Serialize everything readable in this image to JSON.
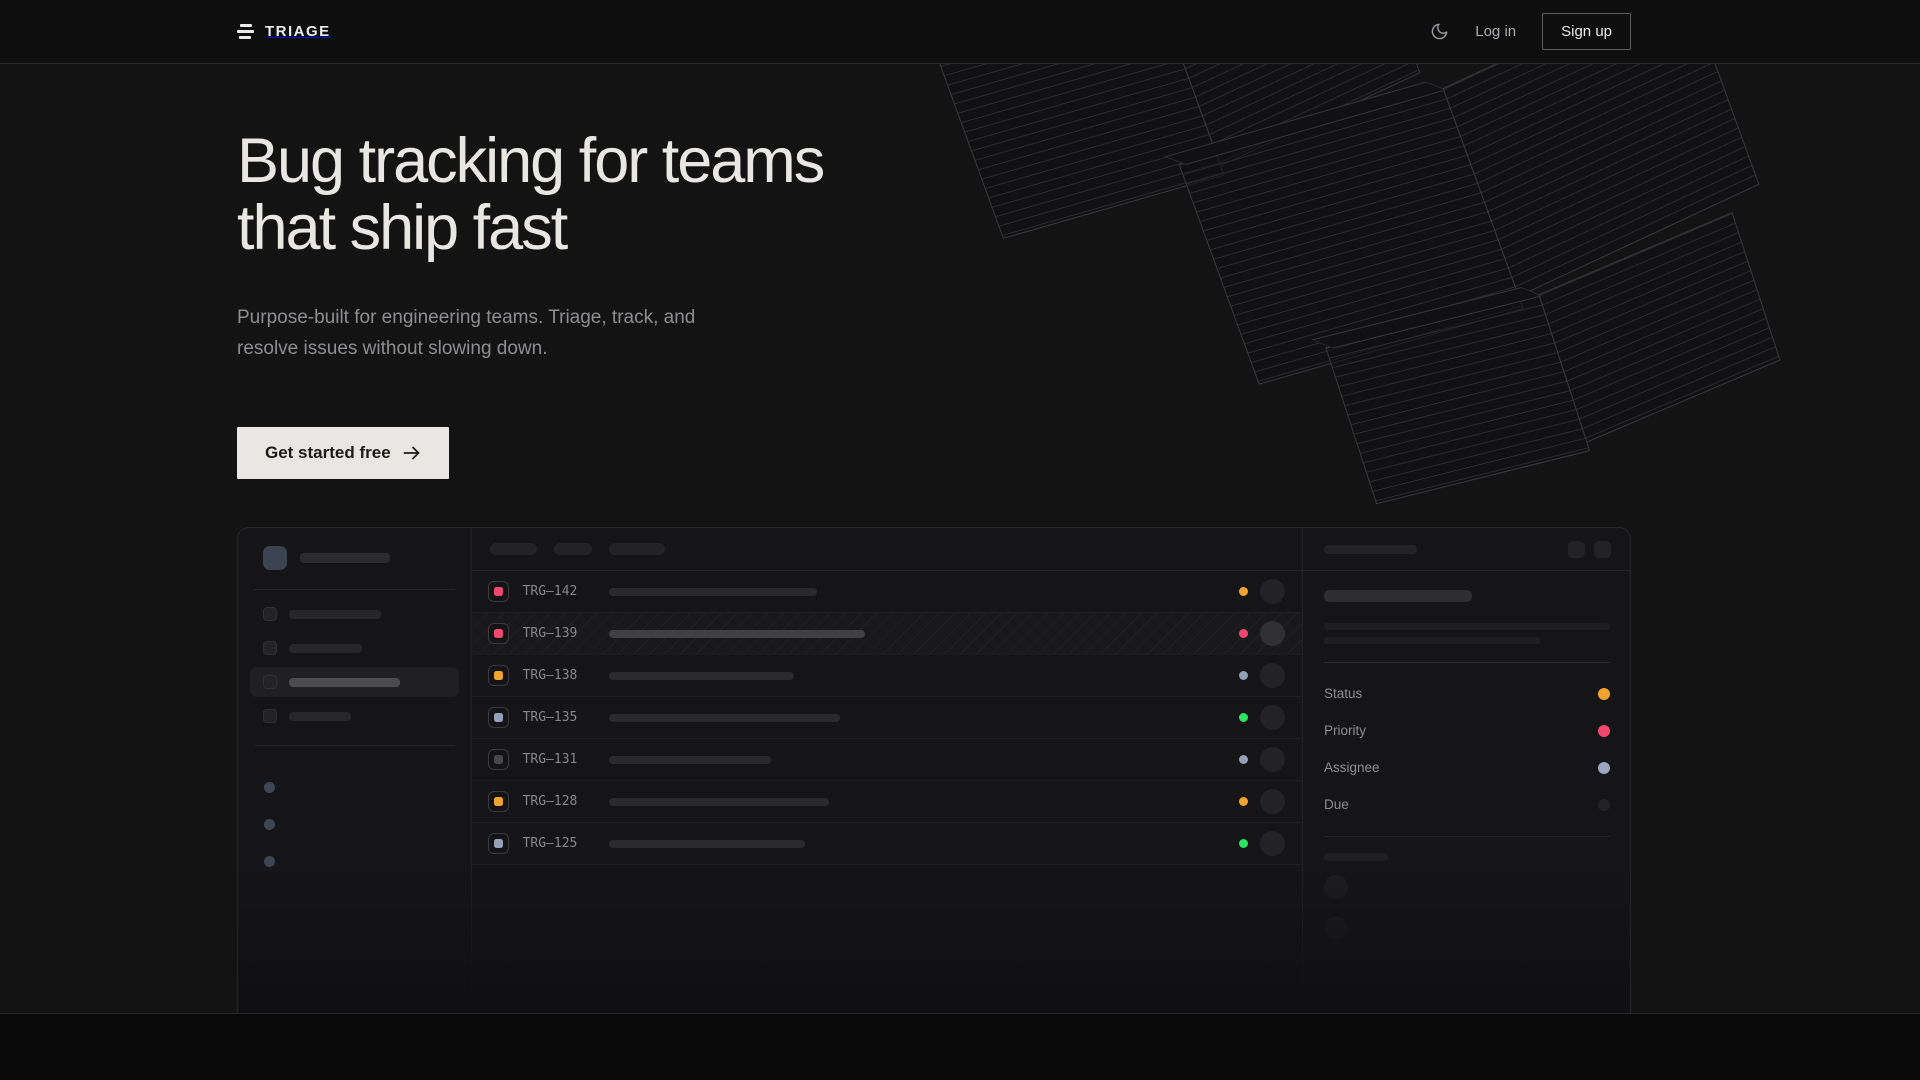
{
  "nav": {
    "brand": "TRIAGE",
    "log_in_label": "Log in",
    "sign_up_label": "Sign up"
  },
  "hero": {
    "heading_line1": "Bug tracking for teams",
    "heading_line2": "that ship fast",
    "subtitle": "Purpose-built for engineering teams. Triage, track, and resolve issues without slowing down.",
    "cta_label": "Get started free"
  },
  "mockup": {
    "issues": [
      {
        "id": "TRG–142",
        "icon_color": "#ef476d",
        "status_color": "#f0a32e",
        "title_width": 208,
        "selected": false
      },
      {
        "id": "TRG–139",
        "icon_color": "#ef476d",
        "status_color": "#f1476e",
        "title_width": 256,
        "selected": true
      },
      {
        "id": "TRG–138",
        "icon_color": "#f0a32e",
        "status_color": "#93a1b8",
        "title_width": 185,
        "selected": false
      },
      {
        "id": "TRG–135",
        "icon_color": "#93a1b8",
        "status_color": "#2ce55f",
        "title_width": 231,
        "selected": false
      },
      {
        "id": "TRG–131",
        "icon_color": "#47474c",
        "status_color": "#93a1b8",
        "title_width": 162,
        "selected": false
      },
      {
        "id": "TRG–128",
        "icon_color": "#f0a32e",
        "status_color": "#f0a32e",
        "title_width": 220,
        "selected": false
      },
      {
        "id": "TRG–125",
        "icon_color": "#93a1b8",
        "status_color": "#2ce55f",
        "title_width": 196,
        "selected": false
      }
    ],
    "detail_properties": [
      {
        "label": "Status",
        "color": "#f0a32e"
      },
      {
        "label": "Priority",
        "color": "#f1476e"
      },
      {
        "label": "Assignee",
        "color": "#9aa7bd"
      },
      {
        "label": "Due",
        "color": "#232327"
      }
    ]
  },
  "colors": {
    "accent_pink": "#ef476d",
    "accent_amber": "#f0a32e",
    "accent_green": "#2ce55f",
    "accent_slate": "#93a1b8",
    "page_background": "#131314",
    "nav_background": "#0e0e0f"
  }
}
